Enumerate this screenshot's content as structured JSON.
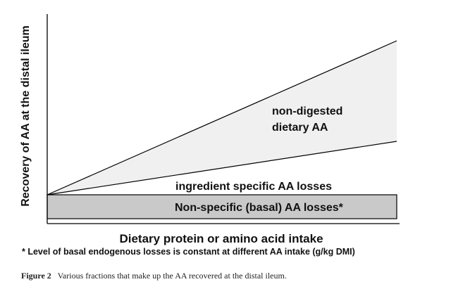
{
  "diagram": {
    "y_axis_label": "Recovery of AA at the distal ileum",
    "x_axis_label": "Dietary protein or amino acid intake",
    "regions": {
      "non_digested": "non-digested dietary AA",
      "ingredient_specific": "ingredient specific AA losses",
      "basal": "Non-specific (basal) AA losses*"
    },
    "footnote": "* Level of basal endogenous losses is constant at different AA intake (g/kg DMI)",
    "colors": {
      "band_fill": "#c9c9c9",
      "triangle_fill": "#f0f0f0",
      "line": "#000000"
    }
  },
  "caption": {
    "label": "Figure 2",
    "text": "Various fractions that make up the AA recovered at the distal ileum."
  }
}
